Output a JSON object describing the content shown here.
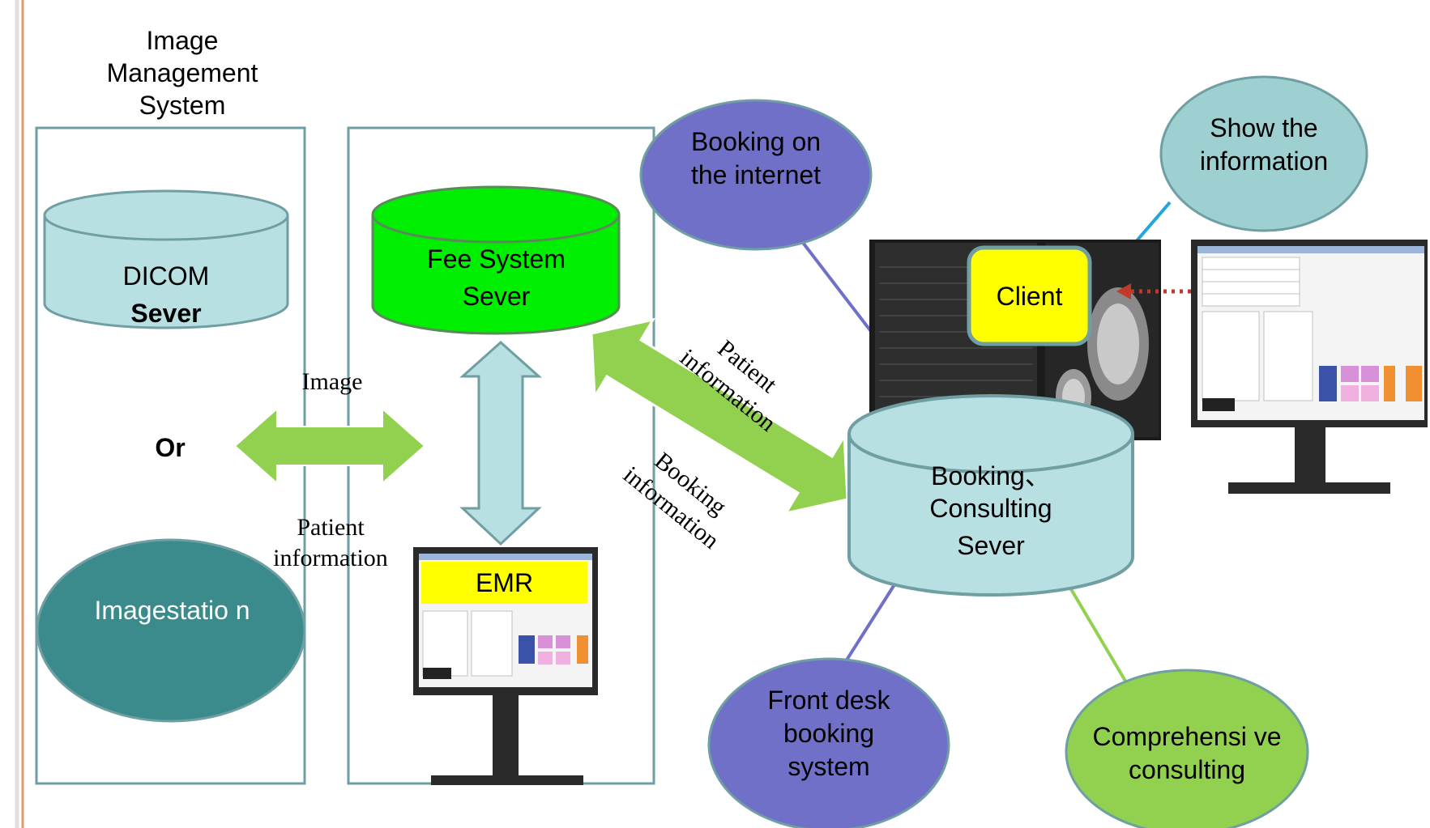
{
  "diagram": {
    "image_management_system": "Image Management System",
    "dicom_server": {
      "line1": "DICOM",
      "line2": "Sever"
    },
    "or_label": "Or",
    "imagestation": "Imagestatio n",
    "image_arrow_label": "Image",
    "patient_info_left": "Patient information",
    "fee_system_server": "Fee System Sever",
    "emr": "EMR",
    "patient_info_right": "Patient information",
    "booking_info": "Booking information",
    "booking_internet": "Booking on the internet",
    "show_info": "Show the information",
    "client": "Client",
    "booking_consulting_server": {
      "line1": "Booking、",
      "line2": "Consulting",
      "line3": "Sever"
    },
    "front_desk": "Front desk booking system",
    "comprehensive": "Comprehensi ve consulting"
  },
  "colors": {
    "light_cyan": "#b8dfe2",
    "cyan_border": "#6e9ea3",
    "green_db": "#00ee00",
    "arrow_green": "#92d050",
    "teal": "#3b8a8c",
    "purple": "#7070c8",
    "light_green": "#92d050",
    "yellow": "#ffff00",
    "side_line": "#e69868"
  }
}
